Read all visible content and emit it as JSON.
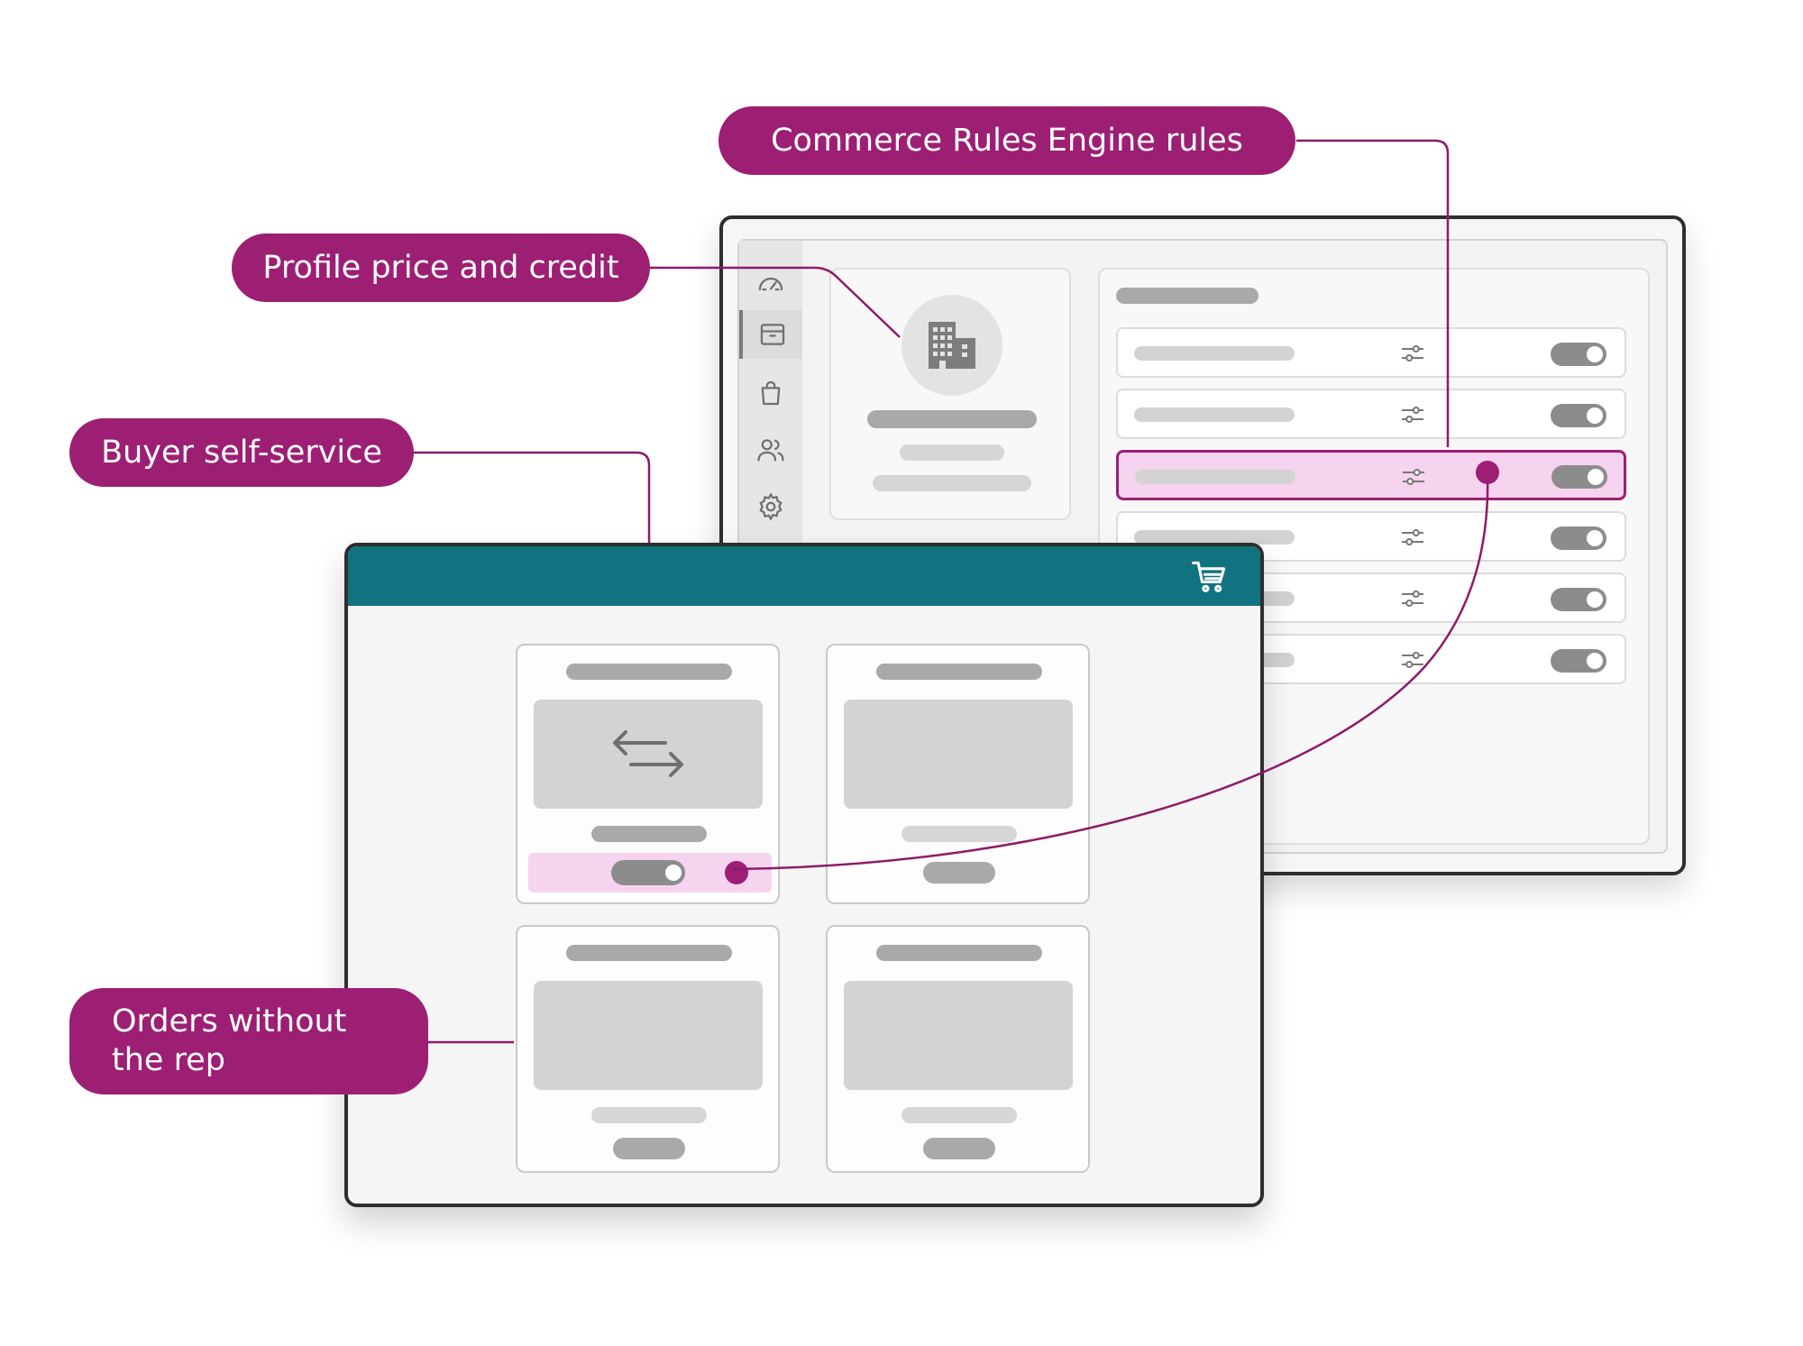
{
  "callouts": {
    "commerce_rules": "Commerce Rules Engine rules",
    "profile_price": "Profile price and credit",
    "buyer_self_service": "Buyer self-service",
    "orders_without_rep": "Orders without the rep"
  },
  "colors": {
    "callout": "#9c1f74",
    "header": "#10737f",
    "highlight": "#f6d3ee",
    "toggle": "#8c8c8c"
  },
  "admin": {
    "sidebar_icons": [
      "dashboard-icon",
      "archive-icon",
      "shopping-bag-icon",
      "users-icon",
      "settings-icon"
    ],
    "profile_icon": "building-icon",
    "rule_rows": [
      {
        "enabled": true,
        "highlighted": false
      },
      {
        "enabled": true,
        "highlighted": false
      },
      {
        "enabled": true,
        "highlighted": true
      },
      {
        "enabled": true,
        "highlighted": false
      },
      {
        "enabled": true,
        "highlighted": false
      },
      {
        "enabled": true,
        "highlighted": false
      }
    ]
  },
  "storefront": {
    "header_icon": "cart-icon",
    "cards": [
      {
        "icon": "swap-arrows-icon",
        "toggle_enabled": true,
        "highlighted": true
      },
      {
        "icon": null
      },
      {
        "icon": null
      },
      {
        "icon": null
      }
    ]
  }
}
